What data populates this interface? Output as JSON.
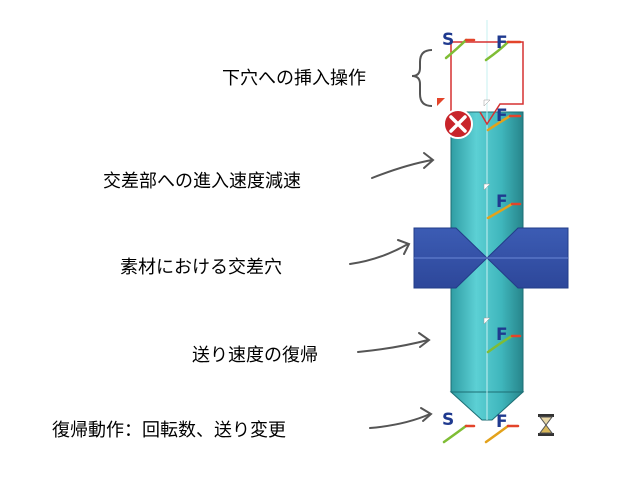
{
  "annotations": [
    {
      "id": "pilot-insert",
      "text": "下穴への挿入操作"
    },
    {
      "id": "approach-slowdown",
      "text": "交差部への進入速度減速"
    },
    {
      "id": "cross-hole",
      "text": "素材における交差穴"
    },
    {
      "id": "feed-restore",
      "text": "送り速度の復帰"
    },
    {
      "id": "restore-action",
      "text": "復帰動作：回転数、送り変更"
    }
  ],
  "markers": {
    "spindle_letter": "S",
    "feed_letter": "F"
  },
  "colors": {
    "tool_body": "#3fb6bc",
    "tool_shadow": "#2b8f96",
    "workpiece": "#3452a6",
    "marker_letters": "#1f3a8f",
    "error_icon": "#c8242a",
    "pilot_box": "#d63030"
  },
  "icons": [
    "error-x-icon",
    "hourglass-icon",
    "brace-icon",
    "curved-arrow-icon"
  ]
}
